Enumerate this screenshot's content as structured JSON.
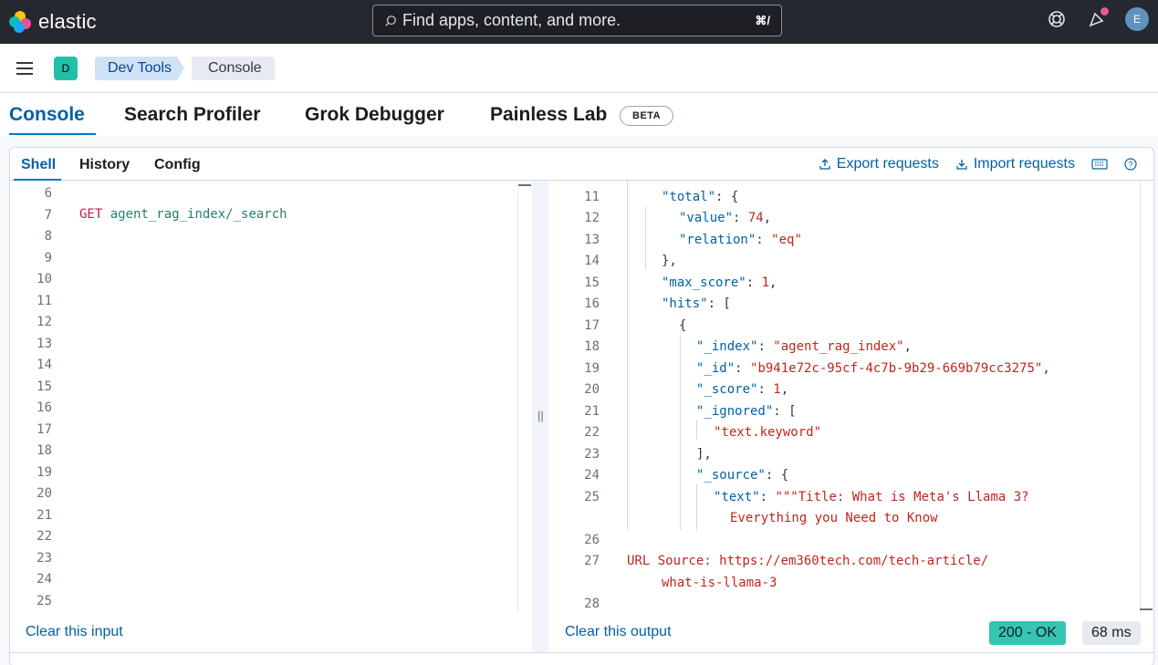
{
  "topbar": {
    "brand": "elastic",
    "search_placeholder": "Find apps, content, and more.",
    "search_shortcut": "⌘/",
    "avatar_initial": "E"
  },
  "breadcrumbs": {
    "space_initial": "D",
    "items": [
      "Dev Tools",
      "Console"
    ]
  },
  "main_tabs": [
    "Console",
    "Search Profiler",
    "Grok Debugger",
    "Painless Lab"
  ],
  "beta_badge": "BETA",
  "sub_tabs": [
    "Shell",
    "History",
    "Config"
  ],
  "actions": {
    "export": "Export requests",
    "import": "Import requests"
  },
  "editor": {
    "line_numbers": [
      "6",
      "7",
      "8",
      "9",
      "10",
      "11",
      "12",
      "13",
      "14",
      "15",
      "16",
      "17",
      "18",
      "19",
      "20",
      "21",
      "22",
      "23",
      "24",
      "25"
    ],
    "method": "GET",
    "path": "agent_rag_index/_search"
  },
  "output": {
    "l11": {
      "n": "11",
      "key": "\"total\"",
      "rest": ": {"
    },
    "l12": {
      "n": "12",
      "key": "\"value\"",
      "sep": ": ",
      "val": "74",
      "rest": ","
    },
    "l13": {
      "n": "13",
      "key": "\"relation\"",
      "sep": ": ",
      "val": "\"eq\""
    },
    "l14": {
      "n": "14",
      "text": "},"
    },
    "l15": {
      "n": "15",
      "key": "\"max_score\"",
      "sep": ": ",
      "val": "1",
      "rest": ","
    },
    "l16": {
      "n": "16",
      "key": "\"hits\"",
      "rest": ": ["
    },
    "l17": {
      "n": "17",
      "text": "{"
    },
    "l18": {
      "n": "18",
      "key": "\"_index\"",
      "sep": ": ",
      "val": "\"agent_rag_index\"",
      "rest": ","
    },
    "l19": {
      "n": "19",
      "key": "\"_id\"",
      "sep": ": ",
      "val": "\"b941e72c-95cf-4c7b-9b29-669b79cc3275\"",
      "rest": ","
    },
    "l20": {
      "n": "20",
      "key": "\"_score\"",
      "sep": ": ",
      "val": "1",
      "rest": ","
    },
    "l21": {
      "n": "21",
      "key": "\"_ignored\"",
      "rest": ": ["
    },
    "l22": {
      "n": "22",
      "val": "\"text.keyword\""
    },
    "l23": {
      "n": "23",
      "text": "],"
    },
    "l24": {
      "n": "24",
      "key": "\"_source\"",
      "rest": ": {"
    },
    "l25": {
      "n": "25",
      "key": "\"text\"",
      "sep": ": ",
      "val": "\"\"\"Title: What is Meta's Llama 3?",
      "cont": "Everything you Need to Know"
    },
    "l26": {
      "n": "26"
    },
    "l27": {
      "n": "27",
      "val": "URL Source: https://em360tech.com/tech-article/",
      "cont": "what-is-llama-3"
    },
    "l28": {
      "n": "28"
    }
  },
  "footer": {
    "clear_input": "Clear this input",
    "clear_output": "Clear this output",
    "status": "200 - OK",
    "timing": "68 ms"
  }
}
